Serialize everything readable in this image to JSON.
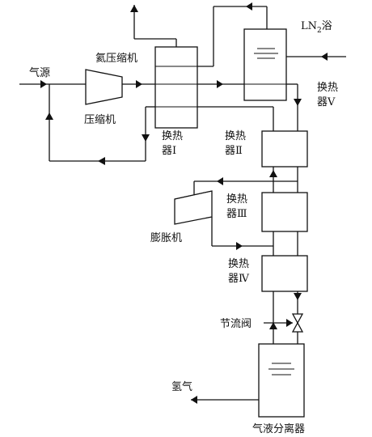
{
  "labels": {
    "gas_source": "气源",
    "compressor": "压缩机",
    "helium_compressor": "氦压缩机",
    "ln2_bath_prefix": "LN",
    "ln2_bath_sub": "2",
    "ln2_bath_suffix": "浴",
    "hx1_line1": "换热",
    "hx1_line2": "器Ⅰ",
    "hx2_line1": "换热",
    "hx2_line2": "器Ⅱ",
    "hx3_line1": "换热",
    "hx3_line2": "器Ⅲ",
    "hx4_line1": "换热",
    "hx4_line2": "器Ⅳ",
    "hx5_line1": "换热",
    "hx5_line2": "器Ⅴ",
    "expander": "膨胀机",
    "throttle_valve": "节流阀",
    "hydrogen": "氢气",
    "separator": "气液分离器"
  }
}
